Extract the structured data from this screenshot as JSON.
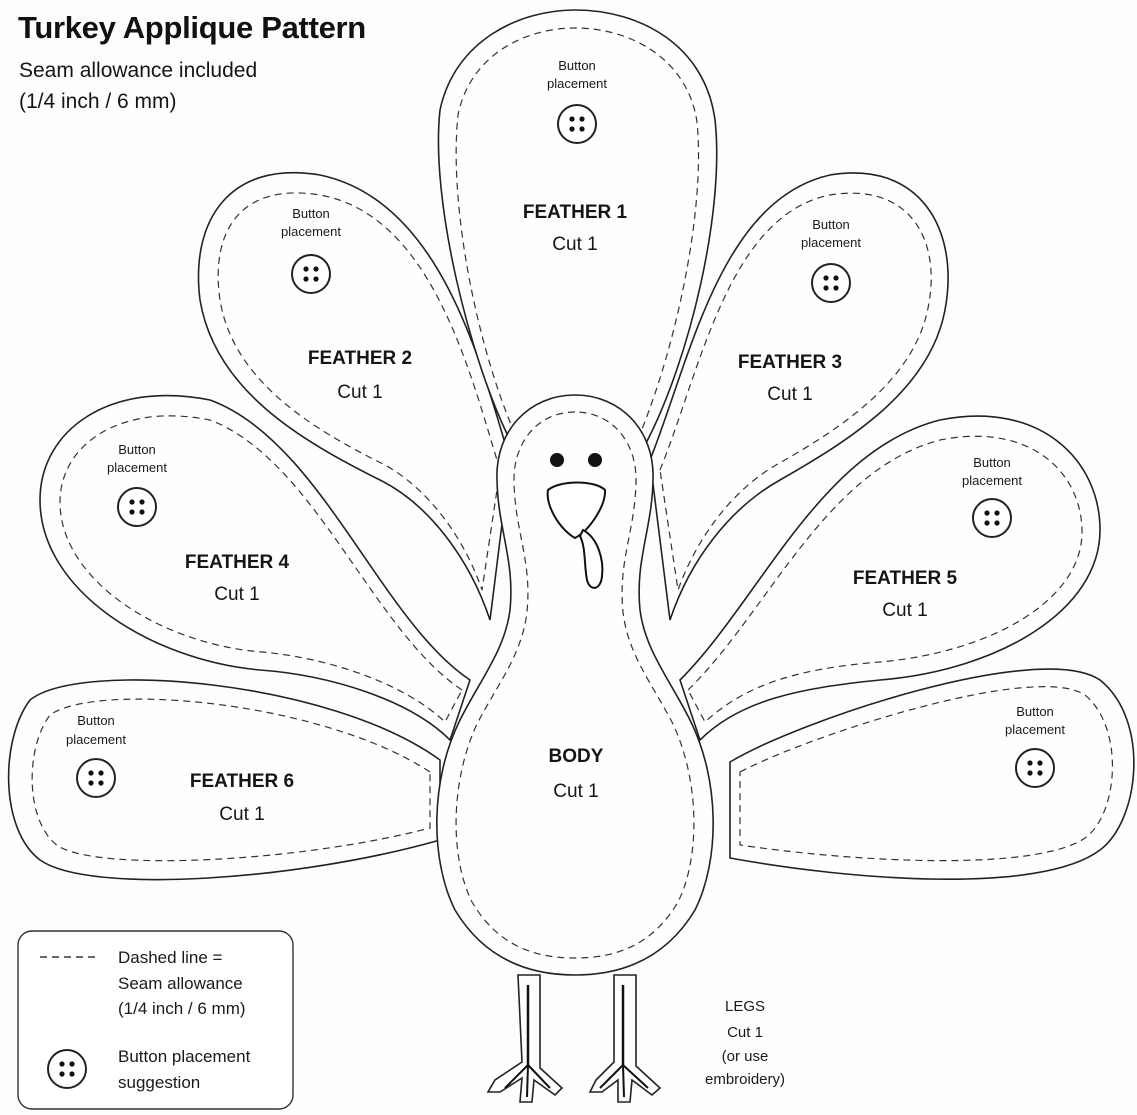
{
  "title": "Turkey Applique Pattern",
  "subtitle_lines": [
    "Seam allowance included",
    "(1/4 inch / 6 mm)"
  ],
  "button_label_lines": [
    "Button",
    "placement"
  ],
  "pieces": {
    "feather1": {
      "name": "FEATHER 1",
      "cut": "Cut 1"
    },
    "feather2": {
      "name": "FEATHER 2",
      "cut": "Cut 1"
    },
    "feather3": {
      "name": "FEATHER 3",
      "cut": "Cut 1"
    },
    "feather4": {
      "name": "FEATHER 4",
      "cut": "Cut 1"
    },
    "feather5": {
      "name": "FEATHER 5",
      "cut": "Cut 1"
    },
    "feather6": {
      "name": "FEATHER 6",
      "cut": "Cut 1"
    },
    "body": {
      "name": "BODY",
      "cut": "Cut 1"
    },
    "legs": {
      "lines": [
        "LEGS",
        "Cut 1",
        "(or use",
        "embroidery)"
      ]
    }
  },
  "legend": {
    "seam_lines": [
      "Dashed line =",
      "Seam allowance",
      "(1/4 inch / 6 mm)"
    ],
    "button_lines": [
      "Button placement",
      "suggestion"
    ]
  }
}
